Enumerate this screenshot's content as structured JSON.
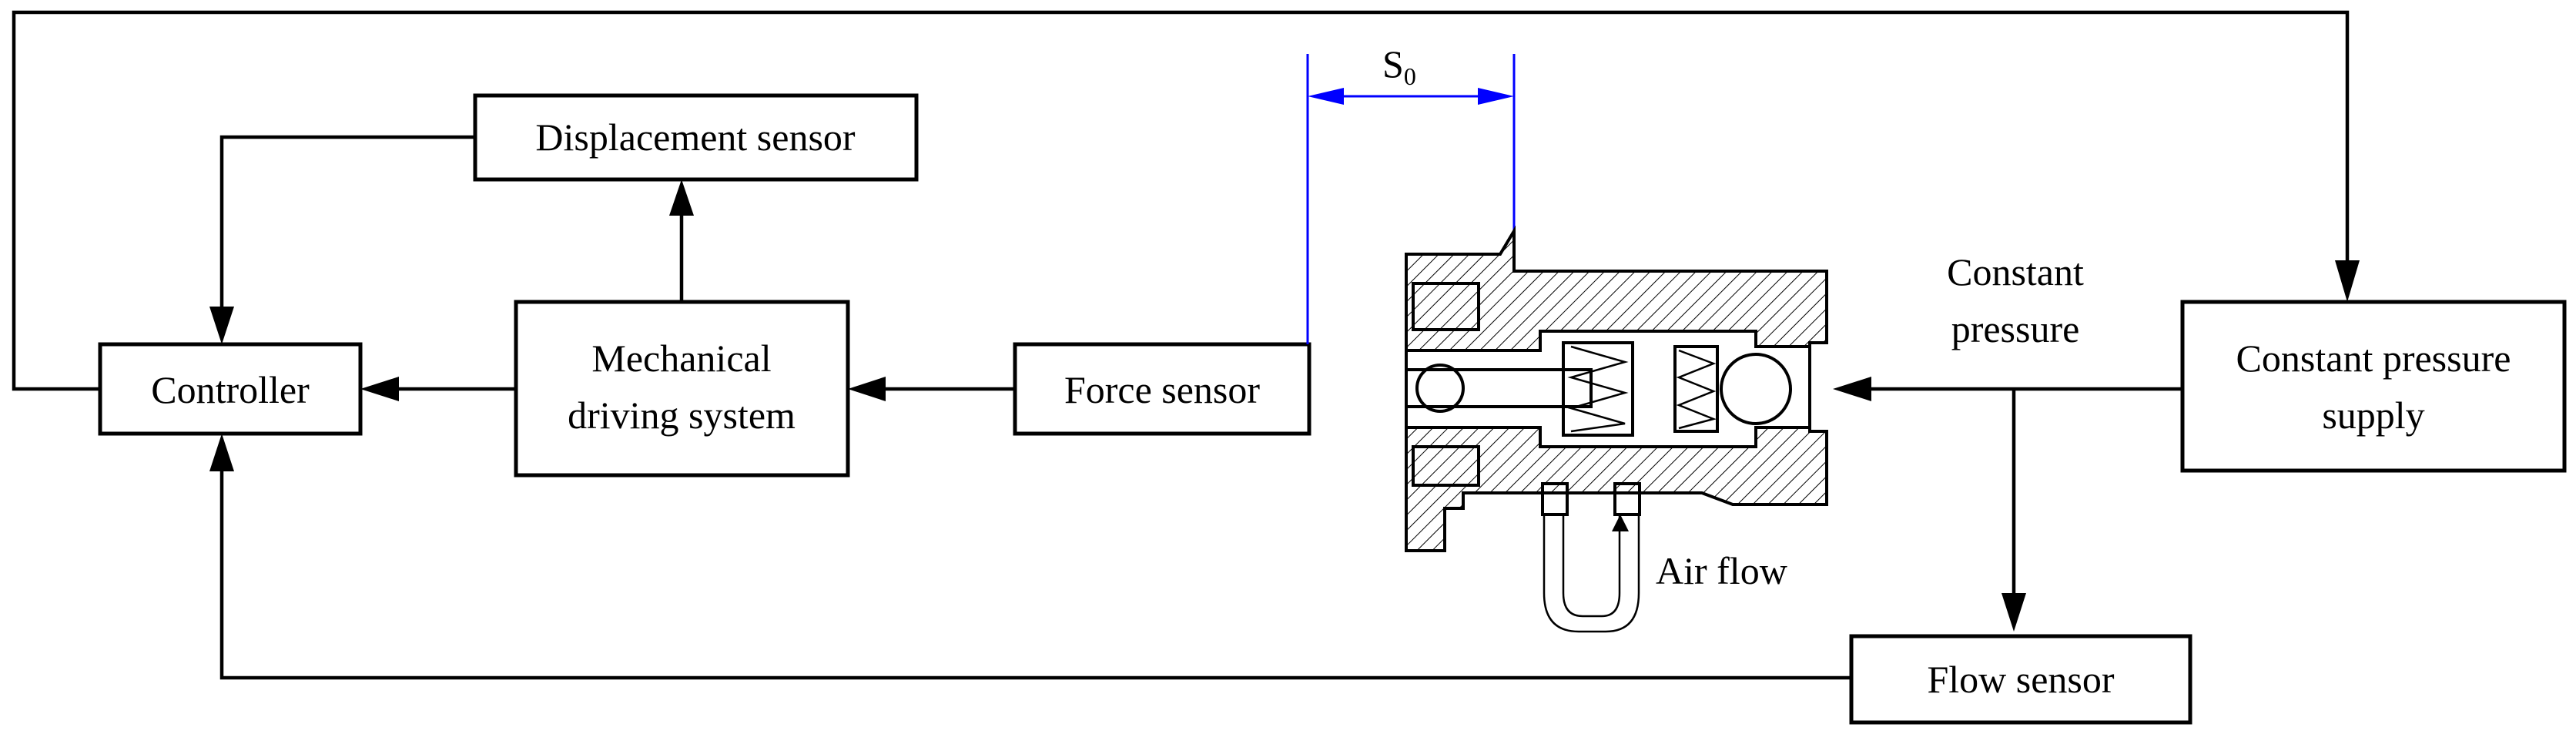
{
  "blocks": {
    "controller": "Controller",
    "mechanical_line1": "Mechanical",
    "mechanical_line2": "driving system",
    "displacement_sensor": "Displacement sensor",
    "force_sensor": "Force sensor",
    "constant_pressure_supply_line1": "Constant pressure",
    "constant_pressure_supply_line2": "supply",
    "flow_sensor": "Flow sensor"
  },
  "labels": {
    "constant_pressure_line1": "Constant",
    "constant_pressure_line2": "pressure",
    "air_flow": "Air flow"
  },
  "dimension": {
    "symbol": "S",
    "subscript": "0",
    "color": "#0000ff"
  },
  "colors": {
    "line": "#000000",
    "dimension": "#0000ff",
    "background": "#ffffff"
  }
}
